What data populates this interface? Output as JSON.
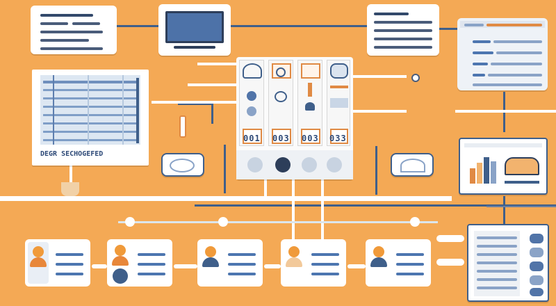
{
  "dashboard": {
    "codes": [
      "001",
      "003",
      "003",
      "033"
    ],
    "table_footer": "DEGR SECHOGEFED"
  },
  "colors": {
    "background": "#f4a955",
    "accent_blue": "#3f5f8a",
    "card": "#ffffff",
    "orange": "#e8873a"
  },
  "icons": {
    "monitor": "monitor-icon",
    "user": "user-avatar-icon",
    "chart": "bar-chart-icon",
    "settings": "gear-icon"
  }
}
